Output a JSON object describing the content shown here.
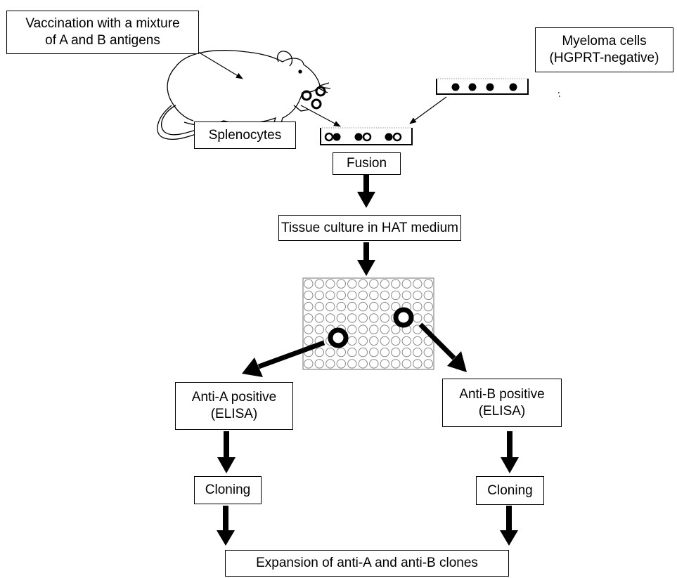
{
  "labels": {
    "vaccination": "Vaccination with a mixture\nof A and B antigens",
    "myeloma": "Myeloma cells\n(HGPRT-negative)",
    "splenocytes": "Splenocytes",
    "fusion": "Fusion",
    "hat": "Tissue culture in HAT medium",
    "anti_a": "Anti-A positive\n(ELISA)",
    "anti_b": "Anti-B positive\n(ELISA)",
    "cloning_a": "Cloning",
    "cloning_b": "Cloning",
    "expansion": "Expansion of anti-A and anti-B clones"
  }
}
